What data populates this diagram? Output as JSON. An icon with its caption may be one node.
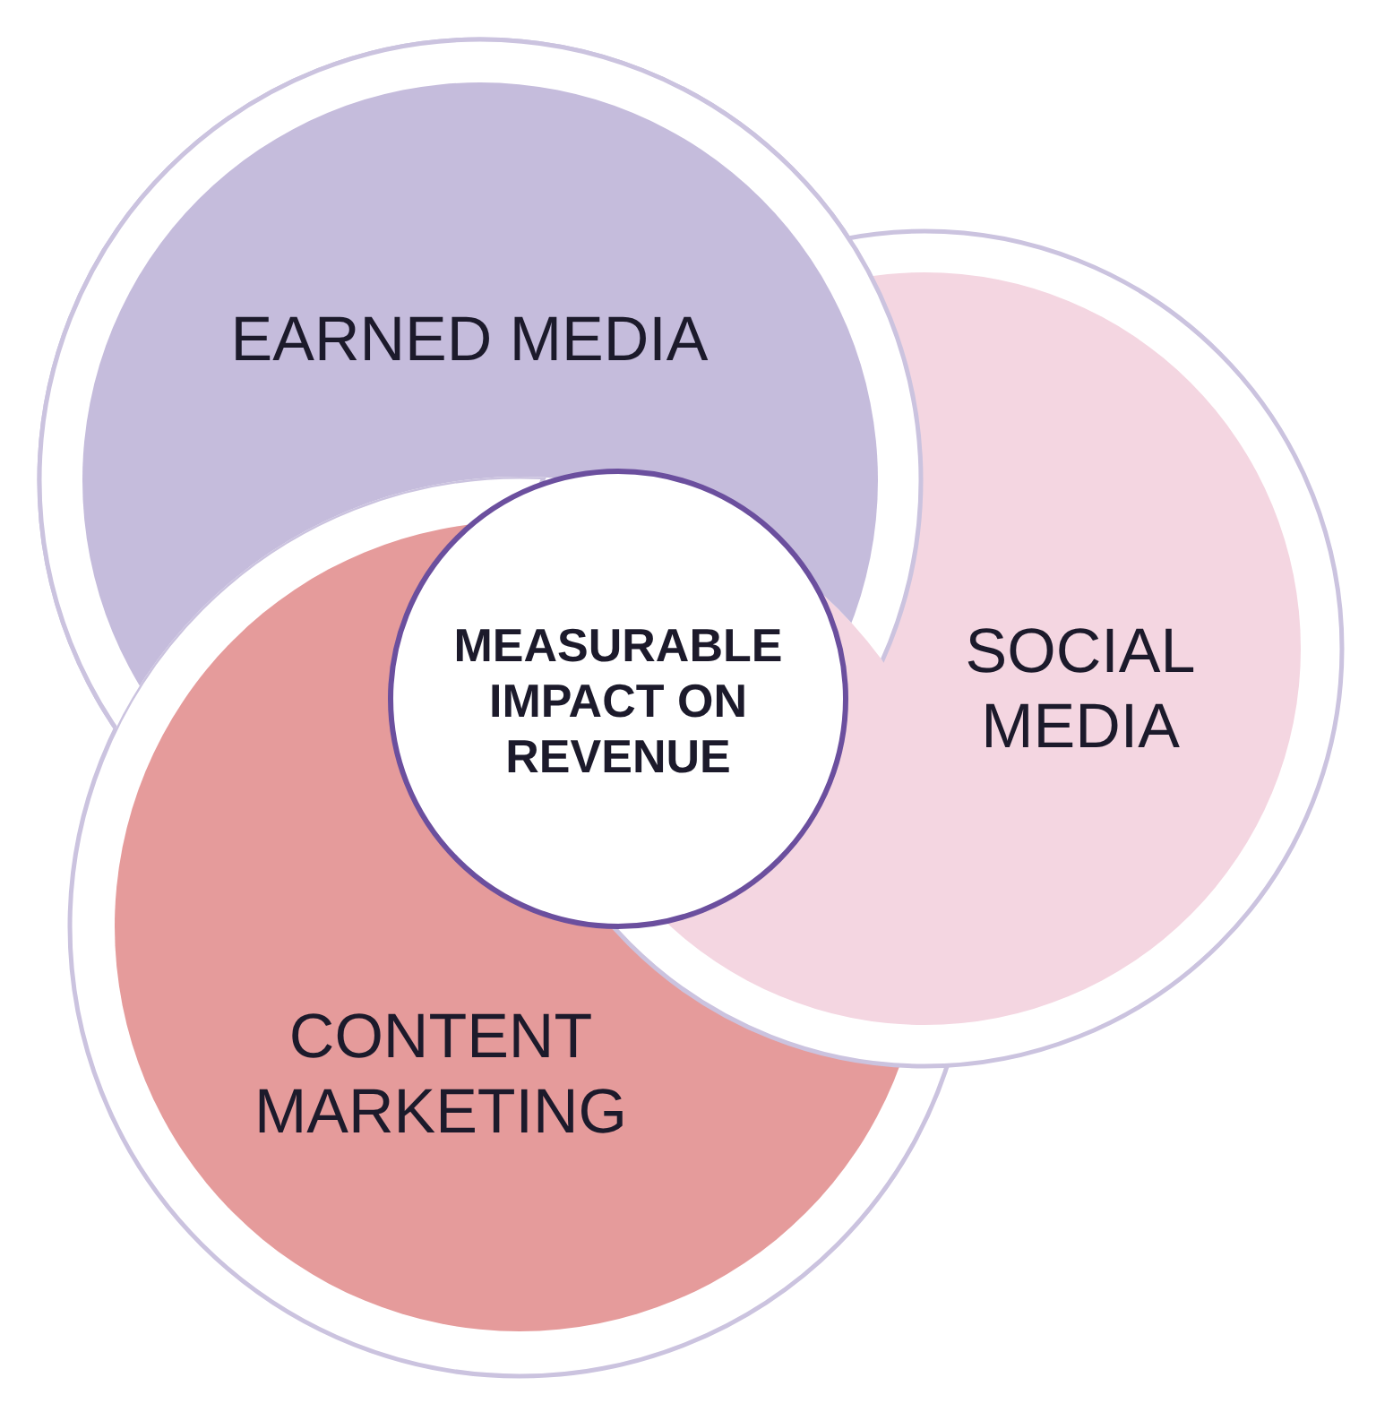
{
  "diagram": {
    "nodes": [
      {
        "text": [
          "EARNED MEDIA"
        ]
      },
      {
        "text": [
          "SOCIAL MEDIA"
        ]
      },
      {
        "text": [
          "CONTENT MARKETING"
        ]
      },
      {
        "text": [
          "MEASURABLE IMPACT ON REVENUE"
        ]
      }
    ]
  }
}
